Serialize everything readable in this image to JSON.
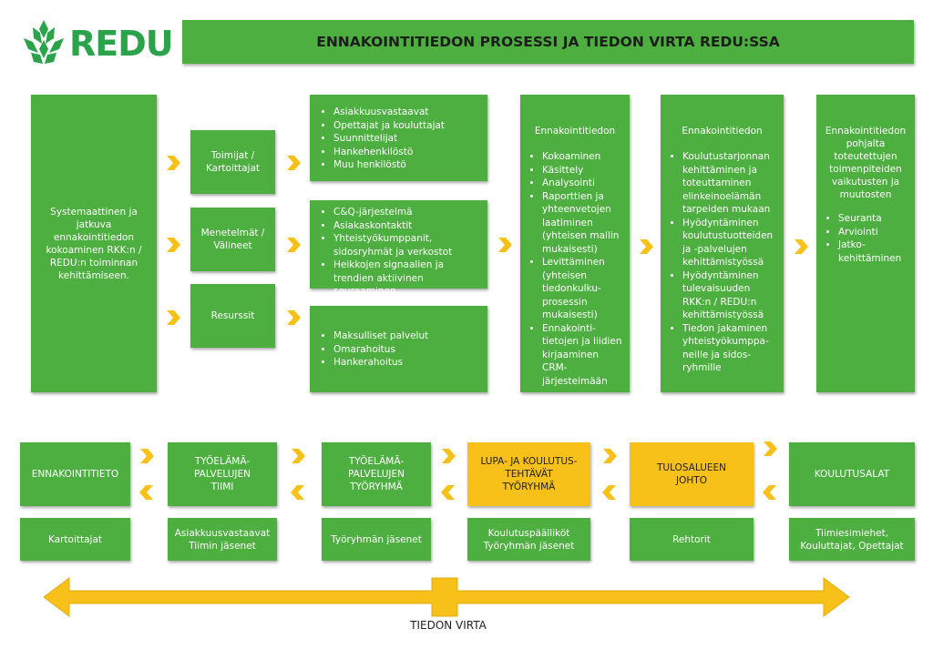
{
  "logo": {
    "text": "REDU",
    "color": "#2aa34a"
  },
  "title": "ENNAKOINTITIEDON PROSESSI JA TIEDON VIRTA REDU:SSA",
  "colors": {
    "green": "#4caf3f",
    "yellow": "#f7c11a",
    "chevron": "#f7c11a"
  },
  "top": {
    "start_box": "Systemaattinen ja jatkuva ennakointitiedon kokoaminen RKK:n / REDU:n toiminnan kehittämiseen.",
    "categories": [
      "Toimijat / Kartoittajat",
      "Menetelmät / Välineet",
      "Resurssit"
    ],
    "lists": [
      [
        "Asiakkuusvastaavat",
        "Opettajat ja kouluttajat",
        "Suunnittelijat",
        "Hankehenkilöstö",
        "Muu henkilöstö"
      ],
      [
        "C&Q-järjestelmä",
        "Asiakaskontaktit",
        "Yhteistyökumppanit, sidosryhmät ja verkostot",
        "Heikkojen signaalien ja trendien aktiivinen seuraaminen"
      ],
      [
        "Maksulliset palvelut",
        "Omarahoitus",
        "Hankerahoitus"
      ]
    ],
    "process": {
      "title": "Ennakointitiedon",
      "items": [
        "Kokoaminen",
        "Käsittely",
        "Analysointi",
        "Raporttien ja yhteenvetojen laatiminen (yhteisen mallin mukaisesti)",
        "Levittäminen (yhteisen tiedonkulku-prosessin mukaisesti)",
        "Ennakointi-tietojen ja liidien kirjaaminen CRM-järjestelmään"
      ]
    },
    "usage": {
      "title": "Ennakointitiedon",
      "items": [
        "Koulutustarjonnan kehittäminen ja toteuttaminen elinkeinoelämän tarpeiden mukaan",
        "Hyödyntäminen koulutustuotteiden ja -palvelujen kehittämistyössä",
        "Hyödyntäminen tulevaisuuden RKK:n / REDU:n kehittämistyössä",
        "Tiedon jakaminen yhteistyökumppa-neille ja sidos-ryhmille"
      ]
    },
    "followup": {
      "title": "Ennakointitiedon pohjalta toteutettujen toimenpiteiden vaikutusten ja muutosten",
      "items": [
        "Seuranta",
        "Arviointi",
        "Jatko-kehittäminen"
      ]
    }
  },
  "bottom": {
    "stages": [
      {
        "label": "ENNAKOINTITIETO",
        "members": "Kartoittajat"
      },
      {
        "label": "TYÖELÄMÄ-\nPALVELUJEN\nTIIMI",
        "members": "Asiakkuusvastaavat\nTiimin jäsenet"
      },
      {
        "label": "TYÖELÄMÄ-\nPALVELUJEN\nTYÖRYHMÄ",
        "members": "Työryhmän jäsenet"
      },
      {
        "label": "LUPA- JA KOULUTUS-\nTEHTÄVÄT\nTYÖRYHMÄ",
        "members": "Koulutuspäälliköt\nTyöryhmän jäsenet"
      },
      {
        "label": "TULOSALUEEN\nJOHTO",
        "members": "Rehtorit"
      },
      {
        "label": "KOULUTUSALAT",
        "members": "Tiimiesimiehet,\nKouluttajat, Opettajat"
      }
    ],
    "flow_label": "TIEDON VIRTA"
  }
}
